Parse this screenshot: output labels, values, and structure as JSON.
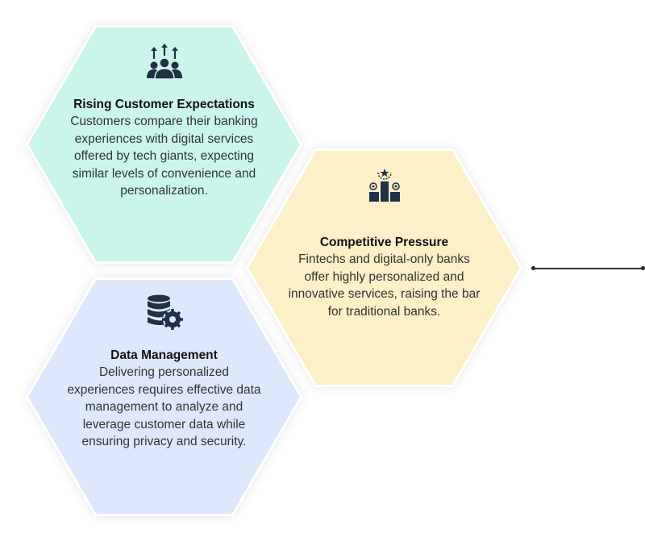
{
  "hexagons": [
    {
      "icon": "people-rising-arrows-icon",
      "title": "Rising Customer Expectations",
      "description": "Customers compare their banking experiences with digital services offered by tech giants, expecting similar levels of convenience and personalization.",
      "color": "#cbf5ea"
    },
    {
      "icon": "podium-star-icon",
      "title": "Competitive Pressure",
      "description": "Fintechs and digital-only banks offer highly personalized and innovative services, raising the bar for traditional banks.",
      "color": "#fdefc8"
    },
    {
      "icon": "database-gear-icon",
      "title": "Data Management",
      "description": "Delivering personalized experiences requires effective data management to analyze and leverage customer data while ensuring privacy and security.",
      "color": "#dde8fc"
    }
  ]
}
